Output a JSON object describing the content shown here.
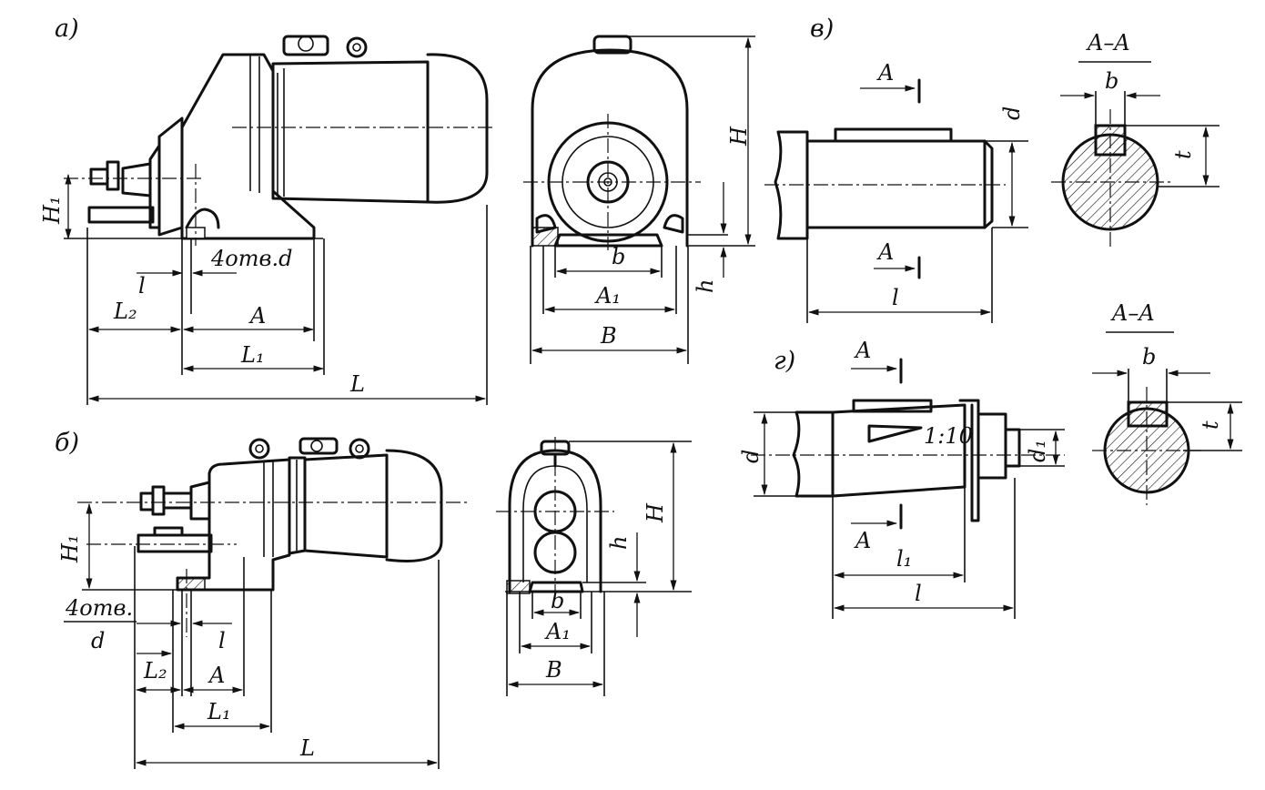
{
  "views": {
    "a": "а)",
    "b": "б)",
    "v": "в)",
    "g": "г)"
  },
  "labels": {
    "L": "L",
    "L1": "L₁",
    "L2": "L₂",
    "H": "H",
    "H1": "H₁",
    "A": "A",
    "A1": "A₁",
    "B": "B",
    "b": "b",
    "h": "h",
    "l": "l",
    "l1": "l₁",
    "d": "d",
    "d1": "d₁",
    "t": "t",
    "holes_a": "4отв.d",
    "holes_b": "4отв.",
    "holes_b_d": "d",
    "taper": "1:10",
    "section": "A–A",
    "section_mark": "A"
  }
}
